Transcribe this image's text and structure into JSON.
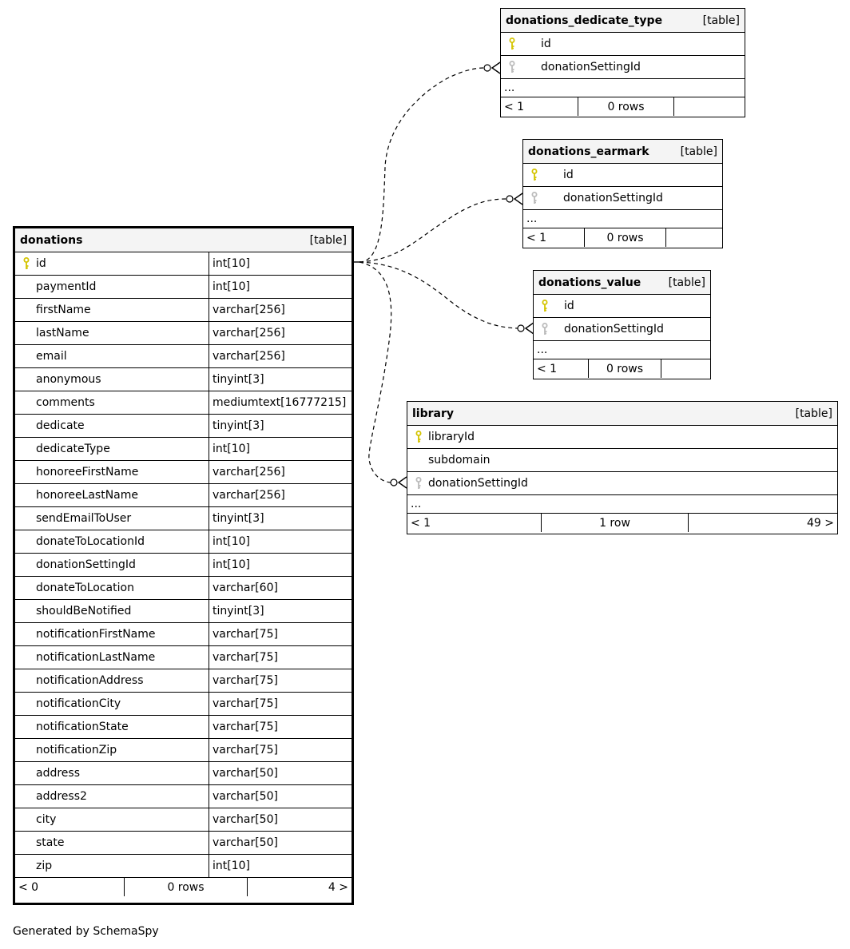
{
  "footer": "Generated by SchemaSpy",
  "tables": {
    "donations": {
      "name": "donations",
      "kind": "[table]",
      "columns": [
        {
          "name": "id",
          "type": "int[10]",
          "key": "primary"
        },
        {
          "name": "paymentId",
          "type": "int[10]",
          "key": ""
        },
        {
          "name": "firstName",
          "type": "varchar[256]",
          "key": ""
        },
        {
          "name": "lastName",
          "type": "varchar[256]",
          "key": ""
        },
        {
          "name": "email",
          "type": "varchar[256]",
          "key": ""
        },
        {
          "name": "anonymous",
          "type": "tinyint[3]",
          "key": ""
        },
        {
          "name": "comments",
          "type": "mediumtext[16777215]",
          "key": ""
        },
        {
          "name": "dedicate",
          "type": "tinyint[3]",
          "key": ""
        },
        {
          "name": "dedicateType",
          "type": "int[10]",
          "key": ""
        },
        {
          "name": "honoreeFirstName",
          "type": "varchar[256]",
          "key": ""
        },
        {
          "name": "honoreeLastName",
          "type": "varchar[256]",
          "key": ""
        },
        {
          "name": "sendEmailToUser",
          "type": "tinyint[3]",
          "key": ""
        },
        {
          "name": "donateToLocationId",
          "type": "int[10]",
          "key": ""
        },
        {
          "name": "donationSettingId",
          "type": "int[10]",
          "key": ""
        },
        {
          "name": "donateToLocation",
          "type": "varchar[60]",
          "key": ""
        },
        {
          "name": "shouldBeNotified",
          "type": "tinyint[3]",
          "key": ""
        },
        {
          "name": "notificationFirstName",
          "type": "varchar[75]",
          "key": ""
        },
        {
          "name": "notificationLastName",
          "type": "varchar[75]",
          "key": ""
        },
        {
          "name": "notificationAddress",
          "type": "varchar[75]",
          "key": ""
        },
        {
          "name": "notificationCity",
          "type": "varchar[75]",
          "key": ""
        },
        {
          "name": "notificationState",
          "type": "varchar[75]",
          "key": ""
        },
        {
          "name": "notificationZip",
          "type": "varchar[75]",
          "key": ""
        },
        {
          "name": "address",
          "type": "varchar[50]",
          "key": ""
        },
        {
          "name": "address2",
          "type": "varchar[50]",
          "key": ""
        },
        {
          "name": "city",
          "type": "varchar[50]",
          "key": ""
        },
        {
          "name": "state",
          "type": "varchar[50]",
          "key": ""
        },
        {
          "name": "zip",
          "type": "int[10]",
          "key": ""
        }
      ],
      "footer": {
        "left": "< 0",
        "mid": "0 rows",
        "right": "4 >"
      }
    },
    "donations_dedicate_type": {
      "name": "donations_dedicate_type",
      "kind": "[table]",
      "columns": [
        {
          "name": "id",
          "key": "primary"
        },
        {
          "name": "donationSettingId",
          "key": "foreign"
        }
      ],
      "ellipsis": "...",
      "footer": {
        "left": "< 1",
        "mid": "0 rows",
        "right": ""
      }
    },
    "donations_earmark": {
      "name": "donations_earmark",
      "kind": "[table]",
      "columns": [
        {
          "name": "id",
          "key": "primary"
        },
        {
          "name": "donationSettingId",
          "key": "foreign"
        }
      ],
      "ellipsis": "...",
      "footer": {
        "left": "< 1",
        "mid": "0 rows",
        "right": ""
      }
    },
    "donations_value": {
      "name": "donations_value",
      "kind": "[table]",
      "columns": [
        {
          "name": "id",
          "key": "primary"
        },
        {
          "name": "donationSettingId",
          "key": "foreign"
        }
      ],
      "ellipsis": "...",
      "footer": {
        "left": "< 1",
        "mid": "0 rows",
        "right": ""
      }
    },
    "library": {
      "name": "library",
      "kind": "[table]",
      "columns": [
        {
          "name": "libraryId",
          "key": "primary"
        },
        {
          "name": "subdomain",
          "key": ""
        },
        {
          "name": "donationSettingId",
          "key": "foreign"
        }
      ],
      "ellipsis": "...",
      "footer": {
        "left": "< 1",
        "mid": "1 row",
        "right": "49 >"
      }
    }
  },
  "colors": {
    "primary_key": "#d4c400",
    "foreign_key": "#bbbbbb",
    "header_bg": "#f4f4f4"
  }
}
